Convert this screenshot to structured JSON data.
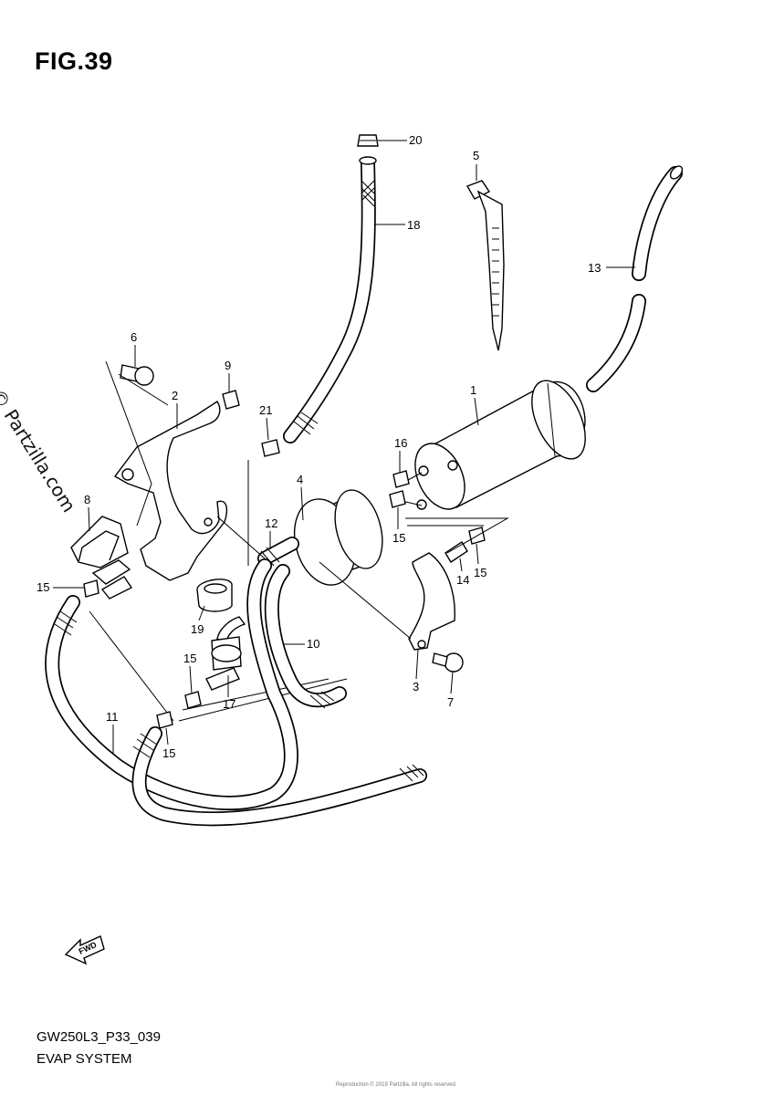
{
  "figure": {
    "title": "FIG.39",
    "watermark": "© Partzilla.com",
    "code": "GW250L3_P33_039",
    "system": "EVAP SYSTEM",
    "footer": "Reproduction © 2019 Partzilla. All rights reserved.",
    "fwd_label": "FWD"
  },
  "callouts": [
    "1",
    "2",
    "3",
    "4",
    "5",
    "6",
    "7",
    "8",
    "9",
    "10",
    "11",
    "12",
    "13",
    "14",
    "15",
    "15",
    "15",
    "15",
    "15",
    "15",
    "16",
    "17",
    "18",
    "19",
    "20",
    "21"
  ]
}
